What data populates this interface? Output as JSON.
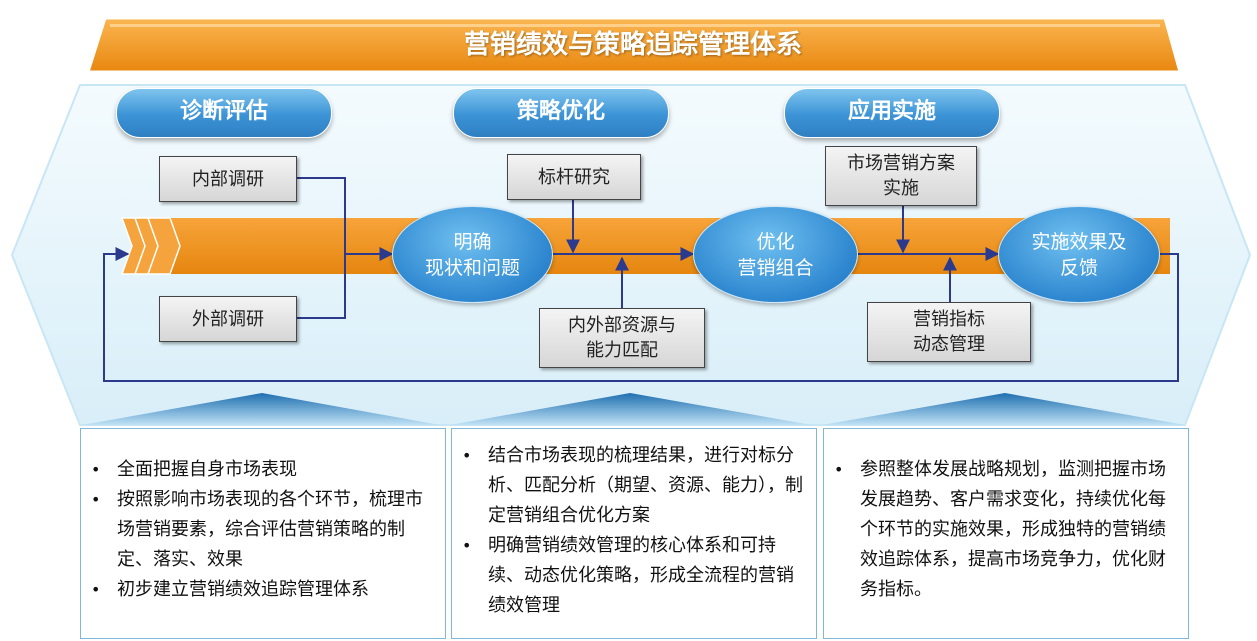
{
  "title": "营销绩效与策略追踪管理体系",
  "phases": [
    "诊断评估",
    "策略优化",
    "应用实施"
  ],
  "inputs": {
    "internal_research": "内部调研",
    "external_research": "外部调研",
    "benchmark": "标杆研究",
    "resource_match": "内外部资源与\n能力匹配",
    "market_plan": "市场营销方案\n实施",
    "kpi_management": "营销指标\n动态管理"
  },
  "stages": [
    "明确\n现状和问题",
    "优化\n营销组合",
    "实施效果及\n反馈"
  ],
  "panels": [
    {
      "items": [
        "全面把握自身市场表现",
        "按照影响市场表现的各个环节，梳理市场营销要素，综合评估营销策略的制定、落实、效果",
        "初步建立营销绩效追踪管理体系"
      ]
    },
    {
      "items": [
        " 结合市场表现的梳理结果，进行对标分析、匹配分析（期望、资源、能力），制定营销组合优化方案",
        "明确营销绩效管理的核心体系和可持续、动态优化策略，形成全流程的营销绩效管理"
      ]
    },
    {
      "items": [
        " 参照整体发展战略规划，监测把握市场发展趋势、客户需求变化，持续优化每个环节的实施效果，形成独特的营销绩效追踪体系，提高市场竞争力，优化财务指标。"
      ]
    }
  ],
  "colors": {
    "orange": "#f09a22",
    "blue": "#2f86cf",
    "line": "#2b3a8c",
    "hexagon": "#e4f4fb"
  }
}
